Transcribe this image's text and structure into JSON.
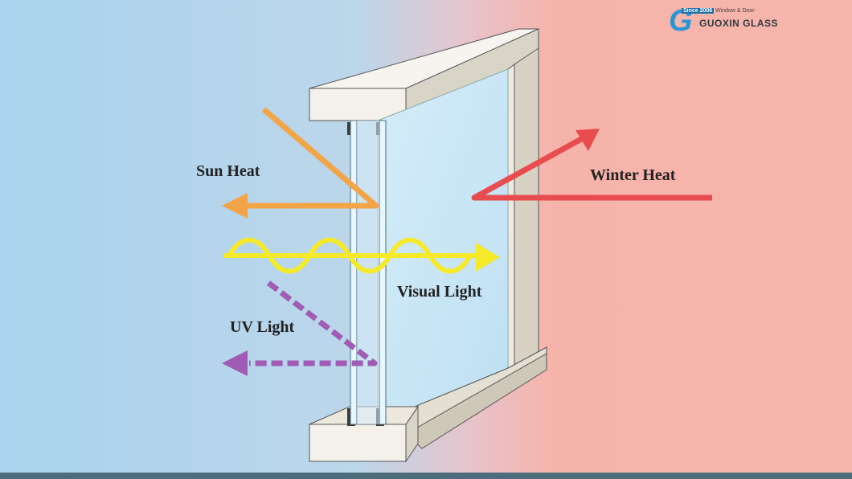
{
  "labels": {
    "sun_heat": "Sun Heat",
    "winter_heat": "Winter Heat",
    "visual_light": "Visual Light",
    "uv_light": "UV Light"
  },
  "logo": {
    "mark": "G",
    "since": "Since 2006",
    "tagline": "Window & Door",
    "name": "GUOXIN GLASS"
  },
  "colors": {
    "cold_side": "#a9d2ec",
    "warm_side": "#f6b2a8",
    "sun_heat_arrow": "#f3a446",
    "winter_heat_arrow": "#e84c4f",
    "visual_light_arrow": "#f5ea2a",
    "uv_light_arrow": "#a05cb4",
    "frame": "#f2f0ea"
  }
}
